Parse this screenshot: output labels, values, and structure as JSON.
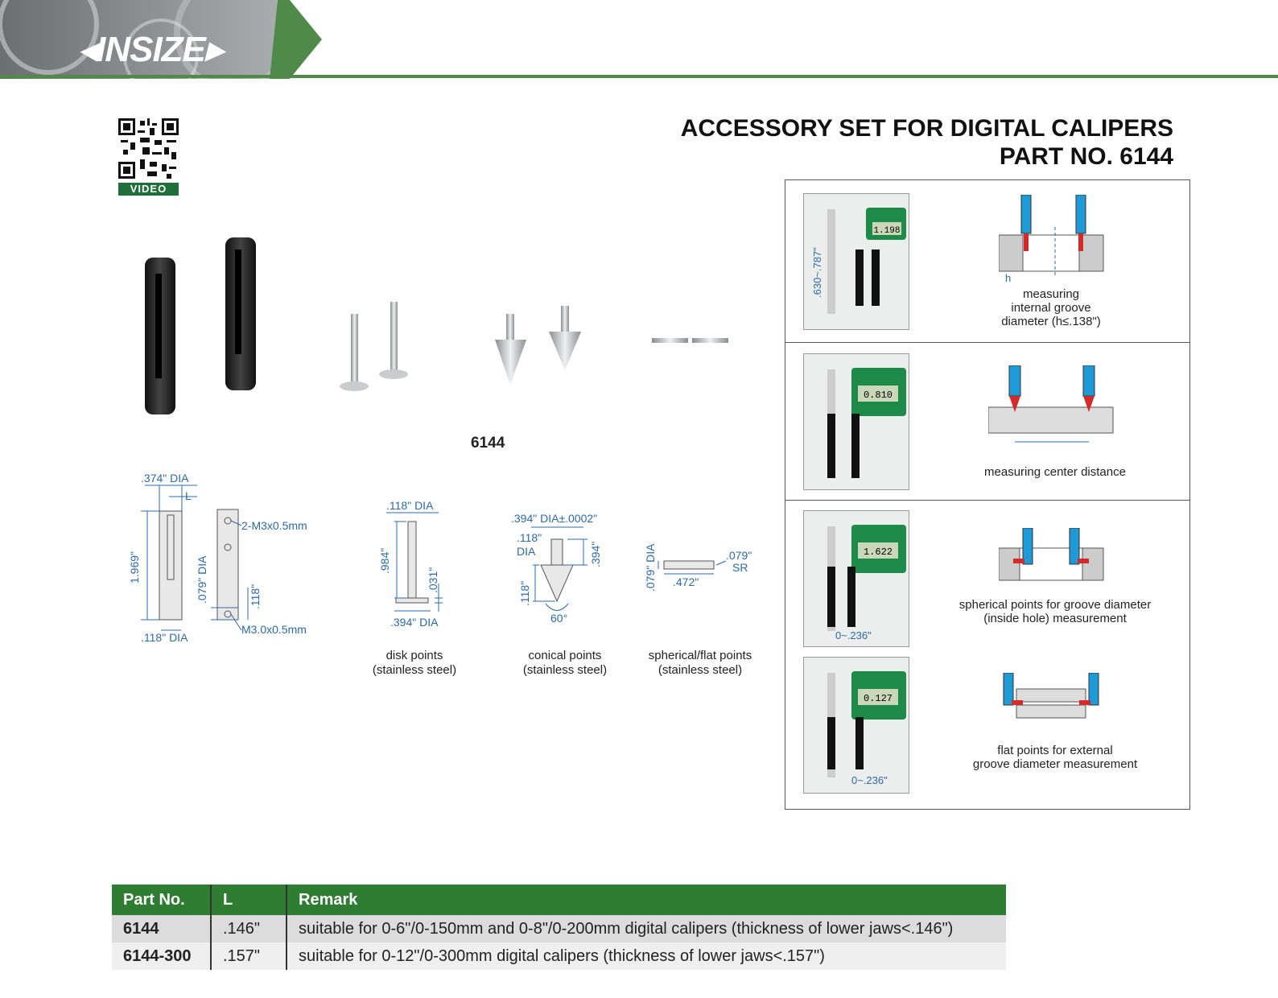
{
  "header": {
    "brand": "INSIZE"
  },
  "qr": {
    "label": "VIDEO"
  },
  "title": {
    "line1": "ACCESSORY SET FOR DIGITAL CALIPERS",
    "line2": "PART NO. 6144"
  },
  "product": {
    "model_label": "6144"
  },
  "drawings": {
    "holder": {
      "dia_top": ".374\" DIA",
      "l_label": "L",
      "height": "1.969\"",
      "dia_bottom": ".118\" DIA",
      "thread_top": "2-M3x0.5mm",
      "side_dia": ".079\" DIA",
      "side_118": ".118\"",
      "thread_bottom": "M3.0x0.5mm"
    },
    "disk": {
      "dia_top": ".118\" DIA",
      "height": ".984\"",
      "thick": ".031\"",
      "dia_bottom": ".394\" DIA",
      "caption1": "disk points",
      "caption2": "(stainless steel)"
    },
    "conical": {
      "dia_top": ".394\" DIA±.0002\"",
      "dia_118a": ".118\"",
      "dia_word": "DIA",
      "h394": ".394\"",
      "h118": ".118\"",
      "angle": "60°",
      "caption1": "conical points",
      "caption2": "(stainless steel)"
    },
    "spherical": {
      "dia": ".079\" DIA",
      "length": ".472\"",
      "sr1": ".079\"",
      "sr2": "SR",
      "caption1": "spherical/flat points",
      "caption2": "(stainless steel)"
    }
  },
  "applications": [
    {
      "reading": "1.198",
      "range": ".630~.787\"",
      "caption": [
        "measuring",
        "internal groove",
        "diameter (h≤.138\")"
      ],
      "h_label": "h"
    },
    {
      "reading": "0.810",
      "range": "",
      "caption": [
        "measuring center distance"
      ]
    },
    {
      "reading": "1.622",
      "range": "0~.236\"",
      "caption": [
        "spherical points for groove diameter",
        "(inside hole) measurement"
      ]
    },
    {
      "reading": "0.127",
      "range": "0~.236\"",
      "caption": [
        "flat points for external",
        "groove diameter measurement"
      ]
    }
  ],
  "table": {
    "headers": [
      "Part No.",
      "L",
      "Remark"
    ],
    "rows": [
      {
        "part": "6144",
        "l": ".146\"",
        "remark": "suitable for 0-6\"/0-150mm and 0-8\"/0-200mm digital calipers (thickness of lower jaws<.146\")"
      },
      {
        "part": "6144-300",
        "l": ".157\"",
        "remark": "suitable for 0-12\"/0-300mm digital calipers (thickness of lower jaws<.157\")"
      }
    ]
  },
  "colors": {
    "brand_green": "#2e7d32",
    "dim_blue": "#2c6aa8",
    "jaw_blue": "#1e9ad6",
    "point_red": "#d42a2a"
  }
}
